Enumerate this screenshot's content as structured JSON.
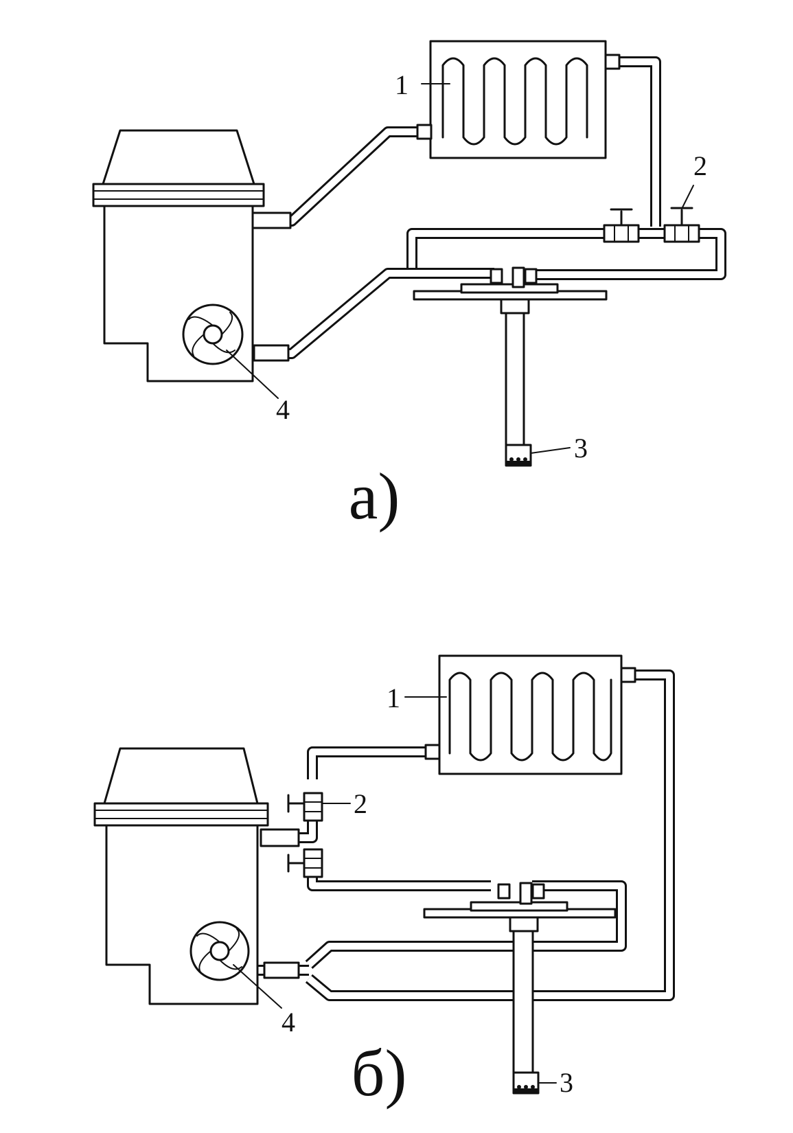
{
  "diagrams": [
    {
      "caption": "а)",
      "labels": {
        "radiator": "1",
        "valve": "2",
        "sprinkler": "3",
        "pump": "4"
      }
    },
    {
      "caption": "б)",
      "labels": {
        "radiator": "1",
        "valve": "2",
        "sprinkler": "3",
        "pump": "4"
      }
    }
  ]
}
